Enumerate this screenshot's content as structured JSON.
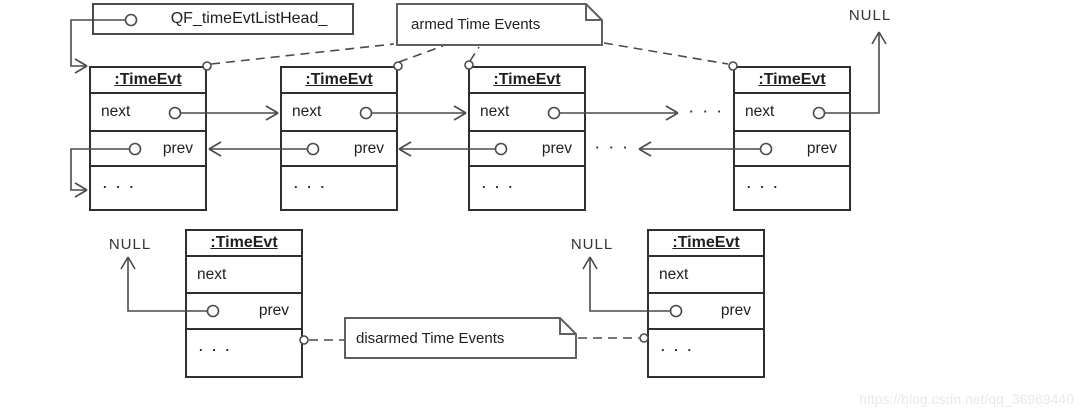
{
  "head": {
    "label": "QF_timeEvtListHead_"
  },
  "notes": {
    "armed": "armed Time Events",
    "disarmed": "disarmed Time Events"
  },
  "null_label": "NULL",
  "nodes": [
    {
      "id": "armed-1",
      "title": ":TimeEvt",
      "fields": [
        "next",
        "prev",
        ". . ."
      ]
    },
    {
      "id": "armed-2",
      "title": ":TimeEvt",
      "fields": [
        "next",
        "prev",
        ". . ."
      ]
    },
    {
      "id": "armed-3",
      "title": ":TimeEvt",
      "fields": [
        "next",
        "prev",
        ". . ."
      ]
    },
    {
      "id": "armed-4",
      "title": ":TimeEvt",
      "fields": [
        "next",
        "prev",
        ". . ."
      ]
    },
    {
      "id": "disarmed-1",
      "title": ":TimeEvt",
      "fields": [
        "next",
        "prev",
        ". . ."
      ]
    },
    {
      "id": "disarmed-2",
      "title": ":TimeEvt",
      "fields": [
        "next",
        "prev",
        ". . ."
      ]
    }
  ],
  "structure": {
    "armed_node_count": 4,
    "disarmed_node_count": 2
  },
  "inter_node_ellipsis": {
    "next_row": "· · ·",
    "prev_row": "· · ·"
  },
  "watermark": "https://blog.csdn.net/qq_36969440",
  "colors": {
    "background": "#ffffff",
    "box_border": "#2f2f2f",
    "connector": "#4a4a4a",
    "note_border": "#5f5f5f",
    "text": "#1f1f1f",
    "watermark": "#e9e9ee"
  }
}
